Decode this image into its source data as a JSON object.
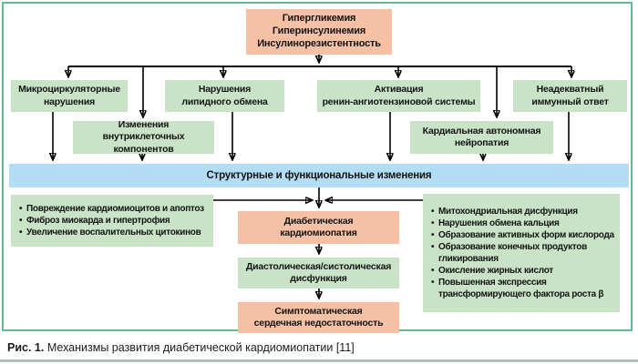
{
  "colors": {
    "box_salmon": "#f5c0a3",
    "box_green": "#c8e3c6",
    "banner_blue": "#b3ddf5",
    "frame_border": "#63ba90",
    "arrow_black": "#000000",
    "bottom_rule": "#abc2b6"
  },
  "nodes": {
    "root": "Гипергликемия\nГиперинсулинемия\nИнсулинорезистентность",
    "microcirculatory": "Микроциркуляторные\nнарушения",
    "lipid": "Нарушения\nлипидного обмена",
    "raas": "Активация\nренин-ангиотензиновой системы",
    "immune": "Неадекватный\nиммунный ответ",
    "intracellular": "Изменения внутриклеточных\nкомпонентов",
    "cardiac_neuropathy": "Кардиальная автономная\nнейропатия",
    "banner": "Структурные и функциональные изменения",
    "diabetic_cardiomyopathy": "Диабетическая\nкардиомиопатия",
    "dysfunction": "Диастолическая/систолическая\nдисфункция",
    "heart_failure": "Симптоматическая\nсердечная недостаточность"
  },
  "left_list": {
    "items": [
      "Повреждение кардиомиоцитов и апоптоз",
      "Фиброз миокарда и гипертрофия",
      "Увеличение воспалительных цитокинов"
    ]
  },
  "right_list": {
    "items": [
      "Митохондриальная дисфункция",
      "Нарушения обмена кальция",
      "Образование активных форм кислорода",
      "Образование конечных продуктов гликирования",
      "Окисление жирных кислот",
      "Повышенная экспрессия трансформирующего фактора роста β"
    ]
  },
  "caption": {
    "label": "Рис. 1.",
    "text": "Механизмы развития диабетической кардиомиопатии [11]"
  }
}
